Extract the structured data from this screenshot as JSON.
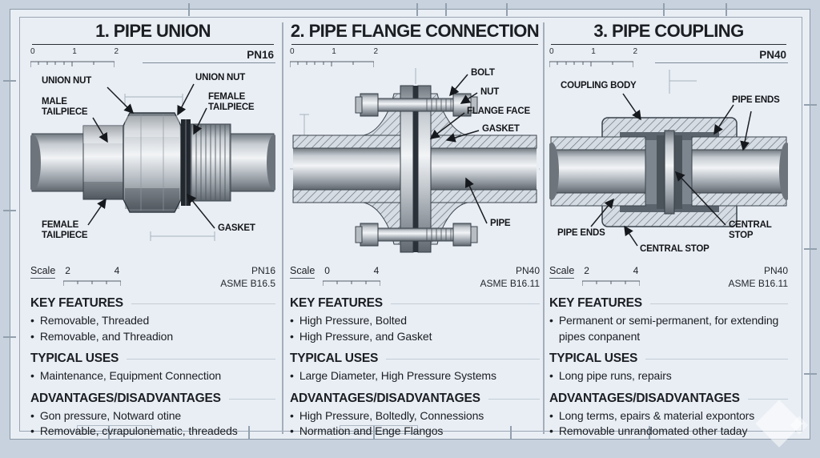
{
  "columns": [
    {
      "title": "1. PIPE UNION",
      "ruler": [
        "0",
        "1",
        "2"
      ],
      "pn_top": "PN16",
      "labels": [
        "UNION NUT",
        "MALE\nTAILPIECE",
        "UNION NUT",
        "FEMALE\nTAILPIECE",
        "FEMALE\nTAILPIECE",
        "GASKET"
      ],
      "scale": {
        "label": "Scale",
        "from": "2",
        "to": "4"
      },
      "pn_bottom": "PN16",
      "standard": "ASME B16.5",
      "sections": [
        {
          "heading": "KEY FEATURES",
          "bullets": [
            "Removable, Threaded",
            "Removable, and Threadion"
          ]
        },
        {
          "heading": "TYPICAL USES",
          "bullets": [
            "Maintenance, Equipment Connection"
          ]
        },
        {
          "heading": "ADVANTAGES/DISADVANTAGES",
          "bullets": [
            "Gon pressure, Notward otine",
            "Removable, cvrapulonematic, threadeds"
          ]
        }
      ]
    },
    {
      "title": "2. PIPE FLANGE CONNECTION",
      "ruler": [
        "0",
        "1",
        "2"
      ],
      "labels": [
        "BOLT",
        "NUT",
        "FLANGE FACE",
        "GASKET",
        "PIPE"
      ],
      "scale": {
        "label": "Scale",
        "from": "0",
        "to": "4"
      },
      "pn_bottom": "PN40",
      "standard": "ASME B16.11",
      "sections": [
        {
          "heading": "KEY FEATURES",
          "bullets": [
            "High Pressure, Bolted",
            "High Pressure, and Gasket"
          ]
        },
        {
          "heading": "TYPICAL USES",
          "bullets": [
            "Large Diameter, High Pressure Systems"
          ]
        },
        {
          "heading": "ADVANTAGES/DISADVANTAGES",
          "bullets": [
            "High Pressure, Boltedly, Connessions",
            "Normation and Enge Flangos"
          ]
        }
      ]
    },
    {
      "title": "3. PIPE COUPLING",
      "ruler": [
        "0",
        "1",
        "2"
      ],
      "pn_top": "PN40",
      "labels": [
        "COUPLING BODY",
        "PIPE ENDS",
        "PIPE ENDS",
        "CENTRAL STOP",
        "CENTRAL\nSTOP"
      ],
      "scale": {
        "label": "Scale",
        "from": "2",
        "to": "4"
      },
      "pn_bottom": "PN40",
      "standard": "ASME B16.11",
      "sections": [
        {
          "heading": "KEY FEATURES",
          "bullets": [
            "Permanent or semi-permanent, for extending pipes conpanent"
          ]
        },
        {
          "heading": "TYPICAL USES",
          "bullets": [
            "Long pipe runs, repairs"
          ]
        },
        {
          "heading": "ADVANTAGES/DISADVANTAGES",
          "bullets": [
            "Long terms, epairs & material expontors",
            "Removable unrandomated other taday"
          ]
        }
      ]
    }
  ]
}
